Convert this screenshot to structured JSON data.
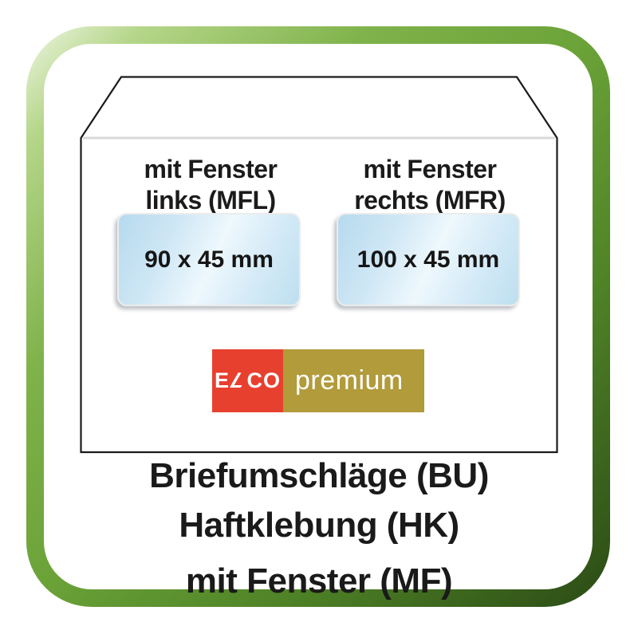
{
  "frame": {
    "border_colors": {
      "light": "#eef6e3",
      "mid": "#6aa238",
      "dark": "#2b4a15"
    }
  },
  "envelope": {
    "outline_color": "#1a1a1a",
    "fold_line_color": "#d8d8d8",
    "left_window": {
      "label_line1": "mit Fenster",
      "label_line2": "links (MFL)",
      "size": "90 x 45 mm"
    },
    "right_window": {
      "label_line1": "mit Fenster",
      "label_line2": "rechts (MFR)",
      "size": "100 x 45 mm"
    },
    "window_colors": {
      "top": "#b6daee",
      "shine": "#eef8fd",
      "bottom": "#bddff0"
    },
    "logo": {
      "brand_e": "E",
      "brand_l": "L",
      "brand_co": "CO",
      "product": "premium",
      "red": "#e7402f",
      "gold": "#b19b3b"
    }
  },
  "caption": {
    "line1": "Briefumschläge (BU)",
    "line2": "Haftklebung (HK)",
    "line3": "mit Fenster (MF)"
  }
}
